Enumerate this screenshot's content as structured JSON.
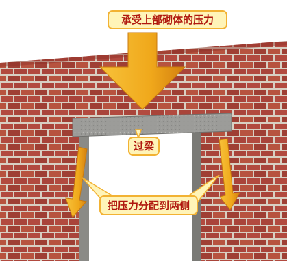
{
  "labels": {
    "top_callout": "承受上部砌体的压力",
    "lintel_callout": "过梁",
    "bottom_callout": "把压力分配到两侧"
  },
  "colors": {
    "brick": "#b24a3f",
    "brick_dark": "#8e3128",
    "mortar": "#d8cfc2",
    "arrow": "#f0a81b",
    "arrow_dark": "#d27f10",
    "callout_fill": "#fff4b8",
    "callout_stroke": "#f2b233",
    "callout_text": "#b0180f",
    "lintel": "#9a9a98"
  },
  "icons": {
    "down_arrow": "down-arrow-icon",
    "side_arrow_left": "down-arrow-left-icon",
    "side_arrow_right": "down-arrow-right-icon"
  }
}
